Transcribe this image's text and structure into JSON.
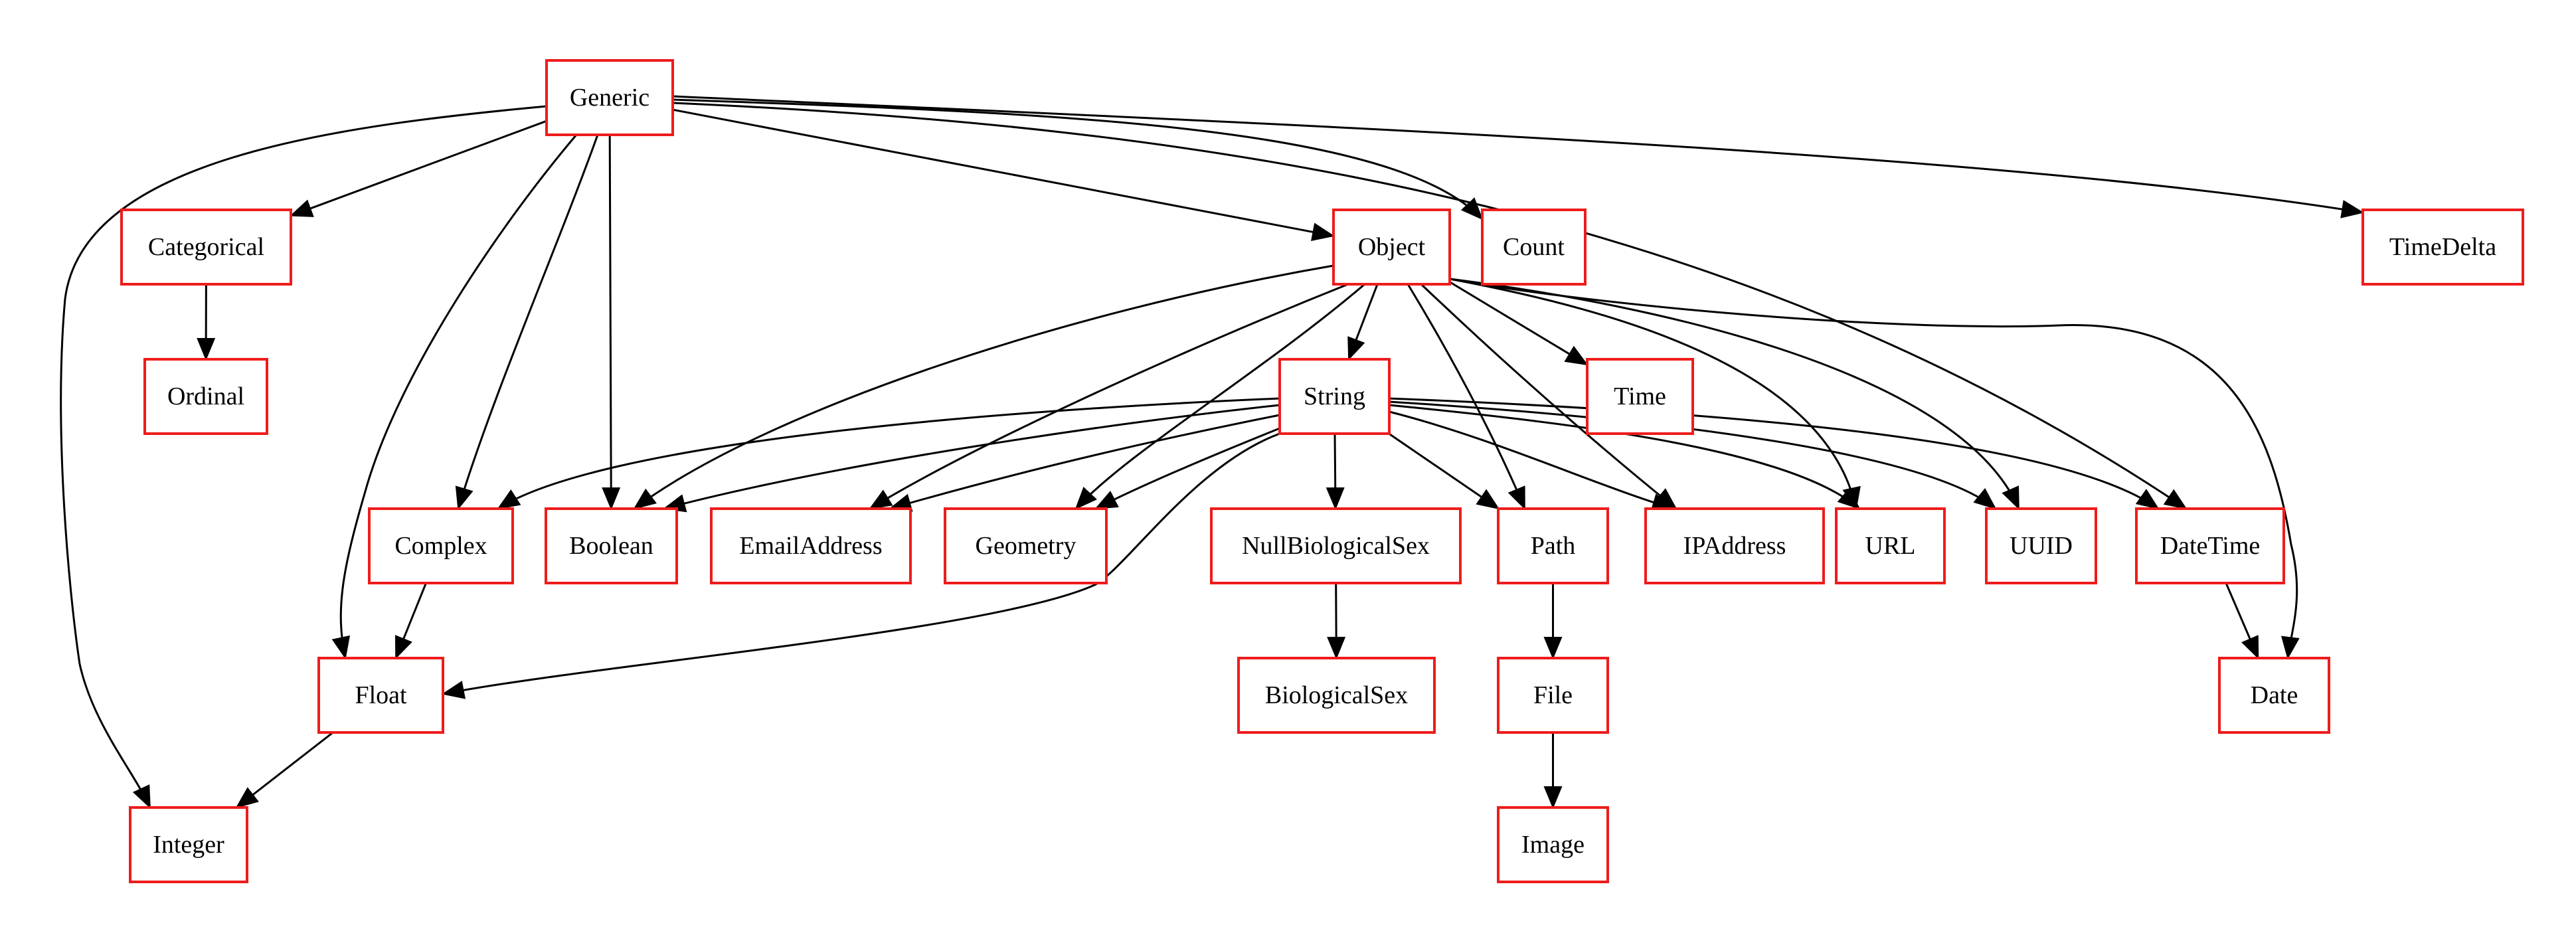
{
  "colors": {
    "node_border": "#ee1c1c",
    "edge": "#000000",
    "background": "#ffffff"
  },
  "nodes": [
    {
      "id": "generic",
      "label": "Generic"
    },
    {
      "id": "categorical",
      "label": "Categorical"
    },
    {
      "id": "ordinal",
      "label": "Ordinal"
    },
    {
      "id": "object",
      "label": "Object"
    },
    {
      "id": "count",
      "label": "Count"
    },
    {
      "id": "timedelta",
      "label": "TimeDelta"
    },
    {
      "id": "string",
      "label": "String"
    },
    {
      "id": "time",
      "label": "Time"
    },
    {
      "id": "complex",
      "label": "Complex"
    },
    {
      "id": "boolean",
      "label": "Boolean"
    },
    {
      "id": "emailaddress",
      "label": "EmailAddress"
    },
    {
      "id": "geometry",
      "label": "Geometry"
    },
    {
      "id": "nullbiologicalsex",
      "label": "NullBiologicalSex"
    },
    {
      "id": "path",
      "label": "Path"
    },
    {
      "id": "ipaddress",
      "label": "IPAddress"
    },
    {
      "id": "url",
      "label": "URL"
    },
    {
      "id": "uuid",
      "label": "UUID"
    },
    {
      "id": "datetime",
      "label": "DateTime"
    },
    {
      "id": "float",
      "label": "Float"
    },
    {
      "id": "biologicalsex",
      "label": "BiologicalSex"
    },
    {
      "id": "file",
      "label": "File"
    },
    {
      "id": "date",
      "label": "Date"
    },
    {
      "id": "integer",
      "label": "Integer"
    },
    {
      "id": "image",
      "label": "Image"
    }
  ],
  "edges": [
    {
      "from": "generic",
      "to": "categorical"
    },
    {
      "from": "generic",
      "to": "object"
    },
    {
      "from": "generic",
      "to": "count"
    },
    {
      "from": "generic",
      "to": "timedelta"
    },
    {
      "from": "generic",
      "to": "complex"
    },
    {
      "from": "generic",
      "to": "boolean"
    },
    {
      "from": "generic",
      "to": "float"
    },
    {
      "from": "generic",
      "to": "integer"
    },
    {
      "from": "generic",
      "to": "datetime"
    },
    {
      "from": "categorical",
      "to": "ordinal"
    },
    {
      "from": "object",
      "to": "string"
    },
    {
      "from": "object",
      "to": "time"
    },
    {
      "from": "object",
      "to": "boolean"
    },
    {
      "from": "object",
      "to": "emailaddress"
    },
    {
      "from": "object",
      "to": "geometry"
    },
    {
      "from": "object",
      "to": "path"
    },
    {
      "from": "object",
      "to": "ipaddress"
    },
    {
      "from": "object",
      "to": "url"
    },
    {
      "from": "object",
      "to": "uuid"
    },
    {
      "from": "object",
      "to": "date"
    },
    {
      "from": "string",
      "to": "complex"
    },
    {
      "from": "string",
      "to": "boolean"
    },
    {
      "from": "string",
      "to": "emailaddress"
    },
    {
      "from": "string",
      "to": "geometry"
    },
    {
      "from": "string",
      "to": "nullbiologicalsex"
    },
    {
      "from": "string",
      "to": "path"
    },
    {
      "from": "string",
      "to": "ipaddress"
    },
    {
      "from": "string",
      "to": "url"
    },
    {
      "from": "string",
      "to": "uuid"
    },
    {
      "from": "string",
      "to": "datetime"
    },
    {
      "from": "string",
      "to": "float"
    },
    {
      "from": "complex",
      "to": "float"
    },
    {
      "from": "float",
      "to": "integer"
    },
    {
      "from": "nullbiologicalsex",
      "to": "biologicalsex"
    },
    {
      "from": "path",
      "to": "file"
    },
    {
      "from": "file",
      "to": "image"
    },
    {
      "from": "datetime",
      "to": "date"
    }
  ]
}
